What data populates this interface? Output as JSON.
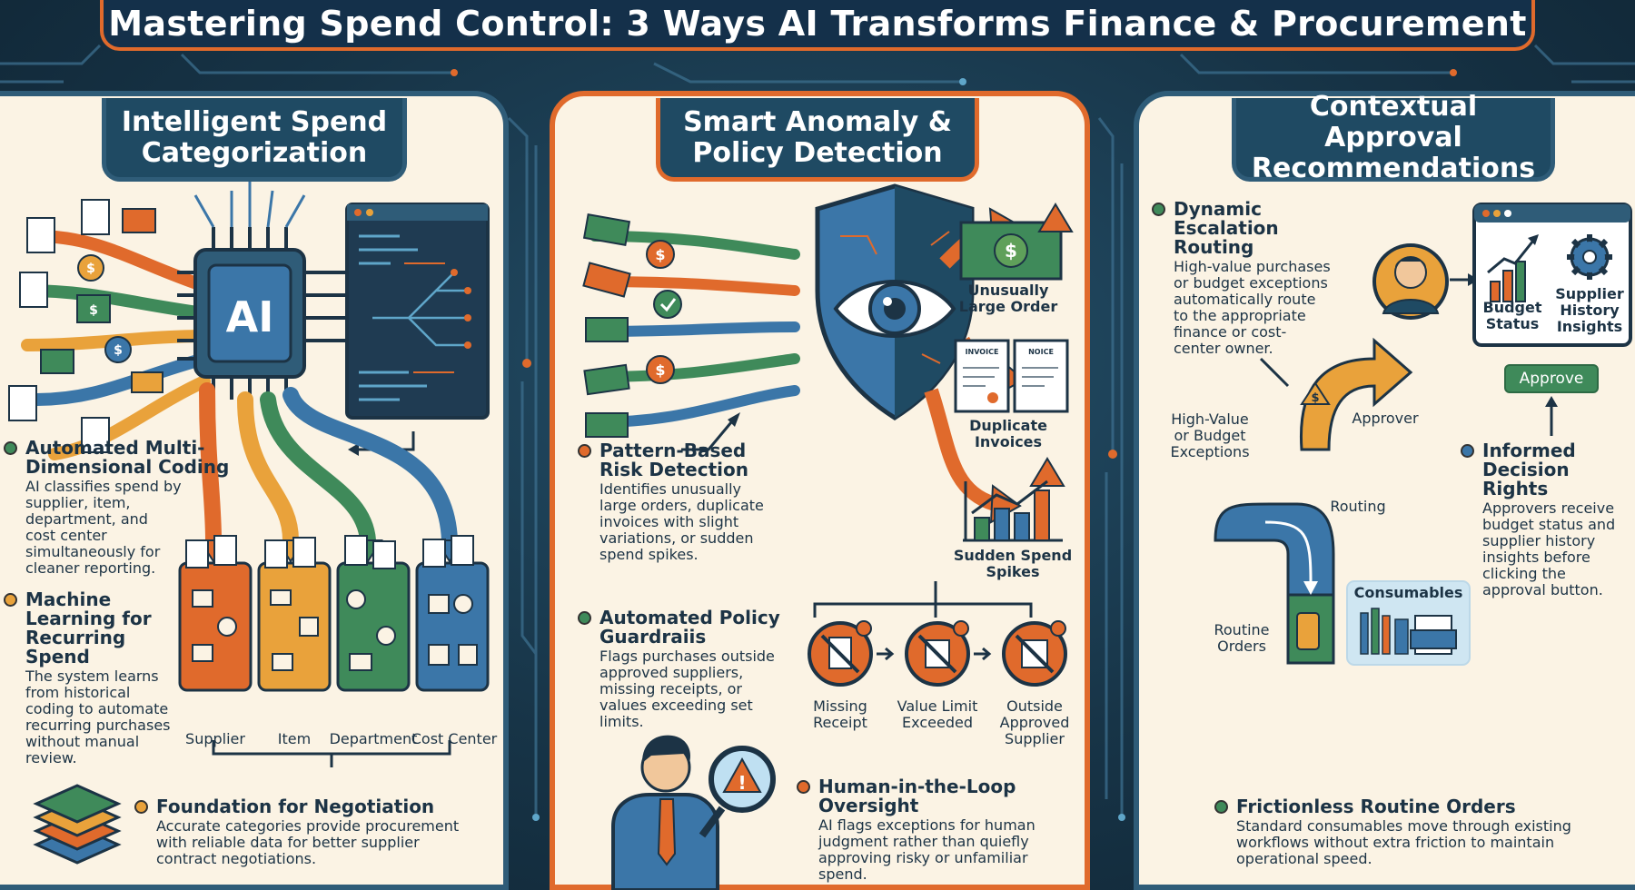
{
  "title": "Mastering Spend Control: 3 Ways AI Transforms Finance & Procurement",
  "colors": {
    "navy": "#1f4a63",
    "orange": "#e06a2c",
    "green": "#3f8a5a",
    "yellow": "#e9a23b",
    "blue": "#3b76a8",
    "cream": "#fbf3e4"
  },
  "panels": [
    {
      "heading": "Intelligent Spend\nCategorization",
      "chip_label": "AI",
      "features": [
        {
          "title": "Automated Multi-\nDimensional Coding",
          "desc": "AI classifies spend by\nsupplier, item,\ndepartment, and\ncost center\nsimultaneously for\ncleaner reporting."
        },
        {
          "title": "Machine\nLearning for\nRecurring Spend",
          "desc": "The system learns\nfrom historical\ncoding to automate\nrecurring purchases\nwithout manual\nreview."
        },
        {
          "title": "Foundation for Negotiation",
          "desc": "Accurate categories provide procurement\nwith reliable data for better supplier\ncontract negotiations."
        }
      ],
      "bins": [
        "Supplier",
        "Item",
        "Department",
        "Cost Center"
      ],
      "icons": [
        "document-icon",
        "dollar-icon",
        "ai-chip-icon",
        "code-screen-icon",
        "bin-icon",
        "data-stack-icon"
      ]
    },
    {
      "heading": "Smart Anomaly &\nPolicy Detection",
      "features": [
        {
          "title": "Pattern-Based\nRisk Detection",
          "desc": "Identifies unusually\nlarge orders, duplicate\ninvoices with slight\nvariations, or sudden\nspend spikes."
        },
        {
          "title": "Automated Policy\nGuardraiis",
          "desc": "Flags purchases outside\napproved suppliers,\nmissing receipts, or\nvalues exceeding set\nlimits."
        },
        {
          "title": "Human-in-the-Loop\nOversight",
          "desc": "AI flags exceptions for human\njudgment rather than quiefly\napproving risky or unfamiliar\nspend."
        }
      ],
      "anomalies": [
        "Unusually\nLarge Order",
        "Duplicate\nInvoices",
        "Sudden Spend\nSpikes"
      ],
      "policy_flags": [
        "Missing\nReceipt",
        "Value Limit\nExceeded",
        "Outside\nApproved\nSupplier"
      ],
      "invoice_labels": [
        "INVOICE",
        "NOICE"
      ],
      "icons": [
        "shield-eye-icon",
        "warning-icon",
        "invoice-icon",
        "bar-chart-icon",
        "inspector-person-icon"
      ]
    },
    {
      "heading": "Contextual Approval\nRecommendations",
      "features": [
        {
          "title": "Dynamic\nEscalation Routing",
          "desc": "High-value purchases\nor budget exceptions\nautomatically route\nto the appropriate\nfinance or cost-\ncenter owner."
        },
        {
          "title": "Informed\nDecision Rights",
          "desc": "Approvers receive\nbudget status and\nsupplier history\ninsights before\nclicking the\napproval button."
        },
        {
          "title": "Frictionless Routine Orders",
          "desc": "Standard consumables move through existing\nworkflows without extra friction to maintain\noperational speed."
        }
      ],
      "diagram_labels": {
        "high_value": "High-Value\nor Budget\nExceptions",
        "approver": "Approver",
        "routing": "Routing",
        "routine": "Routine\nOrders",
        "consumables": "Consumables",
        "budget_status": "Budget\nStatus",
        "supplier_history": "Supplier\nHistory\nInsights",
        "approve_button": "Approve"
      },
      "icons": [
        "approver-avatar-icon",
        "budget-chart-icon",
        "gear-icon",
        "routing-arrow-icon",
        "consumables-icon"
      ]
    }
  ]
}
